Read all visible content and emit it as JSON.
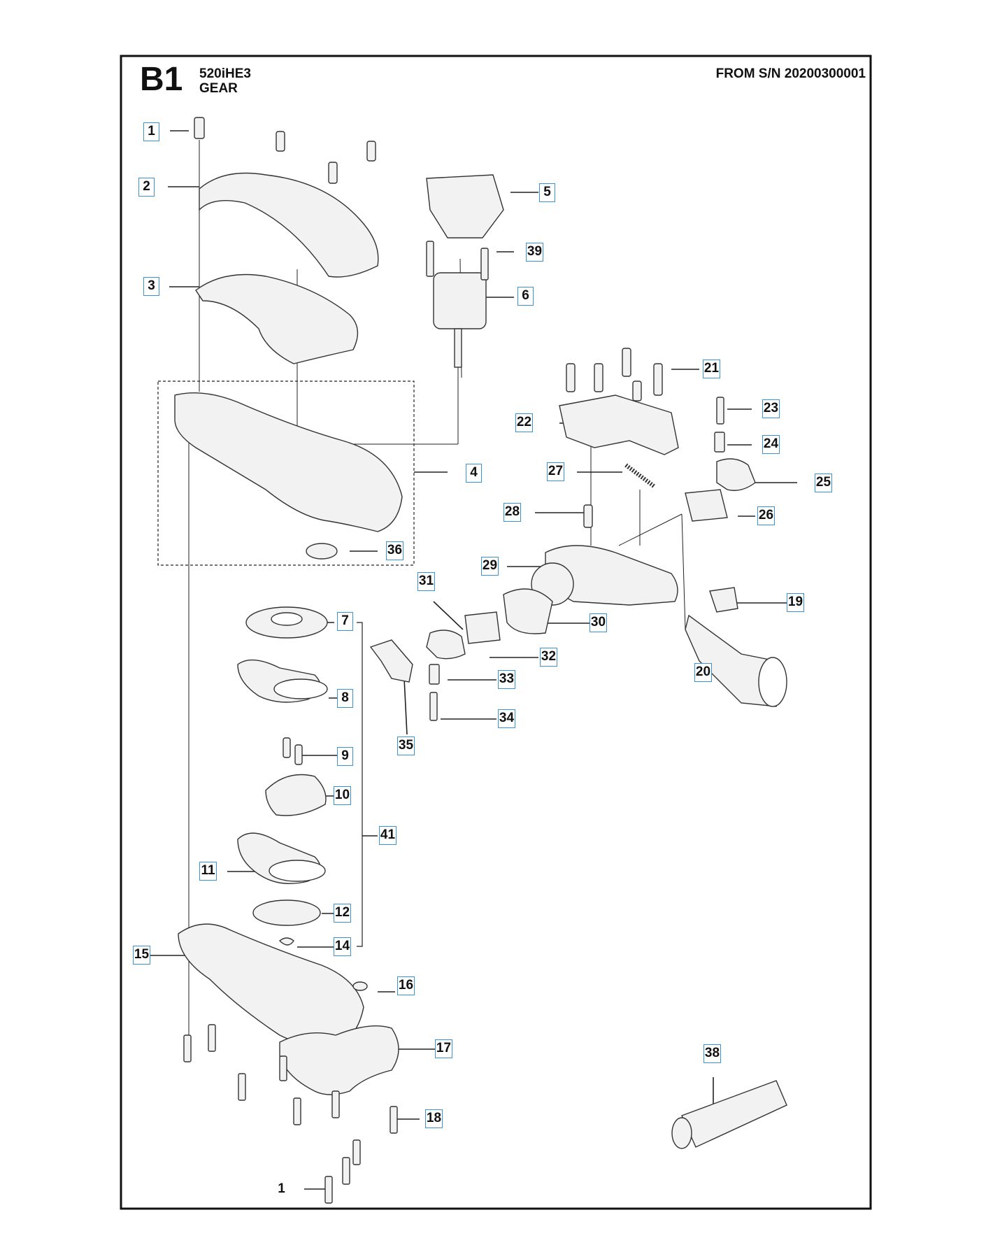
{
  "header": {
    "section": "B1",
    "model": "520iHE3",
    "title": "GEAR",
    "serial_from": "FROM S/N 20200300001"
  },
  "callouts": {
    "c1": "1",
    "c2": "2",
    "c3": "3",
    "c4": "4",
    "c5": "5",
    "c6": "6",
    "c7": "7",
    "c8": "8",
    "c9": "9",
    "c10": "10",
    "c11": "11",
    "c12": "12",
    "c14": "14",
    "c15": "15",
    "c16": "16",
    "c17": "17",
    "c18": "18",
    "c1b": "1",
    "c19": "19",
    "c20": "20",
    "c21": "21",
    "c22": "22",
    "c23": "23",
    "c24": "24",
    "c25": "25",
    "c26": "26",
    "c27": "27",
    "c28": "28",
    "c29": "29",
    "c30": "30",
    "c31": "31",
    "c32": "32",
    "c33": "33",
    "c34": "34",
    "c35": "35",
    "c36": "36",
    "c38": "38",
    "c39": "39",
    "c41": "41"
  },
  "colors": {
    "callout_border": "#3a93d6",
    "line": "#222222",
    "frame": "#111111"
  }
}
